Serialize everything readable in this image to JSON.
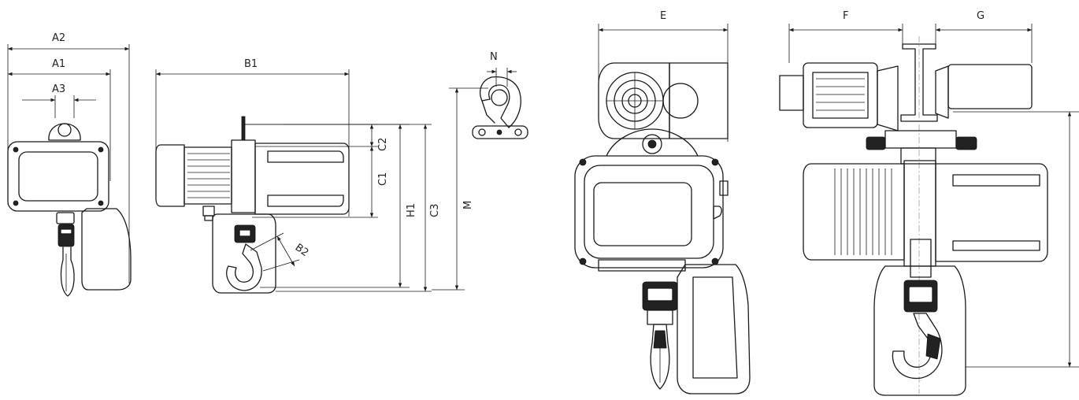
{
  "dimensions": {
    "A1": "A1",
    "A2": "A2",
    "A3": "A3",
    "B1": "B1",
    "B2": "B2",
    "C1": "C1",
    "C2": "C2",
    "C3": "C3",
    "H1": "H1",
    "M": "M",
    "N": "N",
    "E": "E",
    "F": "F",
    "G": "G"
  },
  "colors": {
    "line": "#1a1a1a",
    "background": "#ffffff"
  }
}
